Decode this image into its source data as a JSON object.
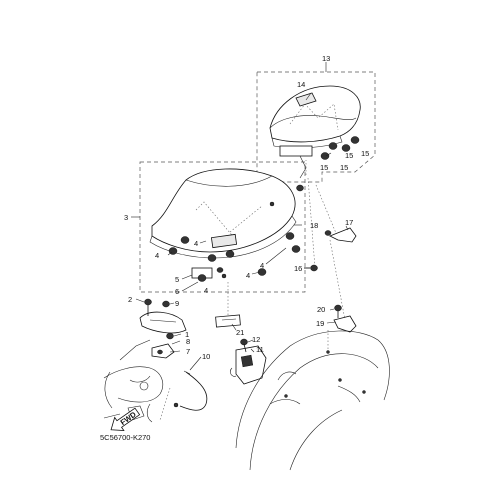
{
  "diagram": {
    "code": "5C56700-K270",
    "callouts": {
      "c1": "1",
      "c2": "2",
      "c3": "3",
      "c4a": "4",
      "c4b": "4",
      "c4c": "4",
      "c4d": "4",
      "c4e": "4",
      "c5": "5",
      "c6": "6",
      "c7": "7",
      "c8": "8",
      "c9": "9",
      "c10": "10",
      "c11": "11",
      "c12": "12",
      "c13": "13",
      "c14": "14",
      "c15a": "15",
      "c15b": "15",
      "c15c": "15",
      "c15d": "15",
      "c16": "16",
      "c17": "17",
      "c18": "18",
      "c19": "19",
      "c20": "20",
      "c21": "21"
    },
    "fwd_label": "FWD"
  }
}
